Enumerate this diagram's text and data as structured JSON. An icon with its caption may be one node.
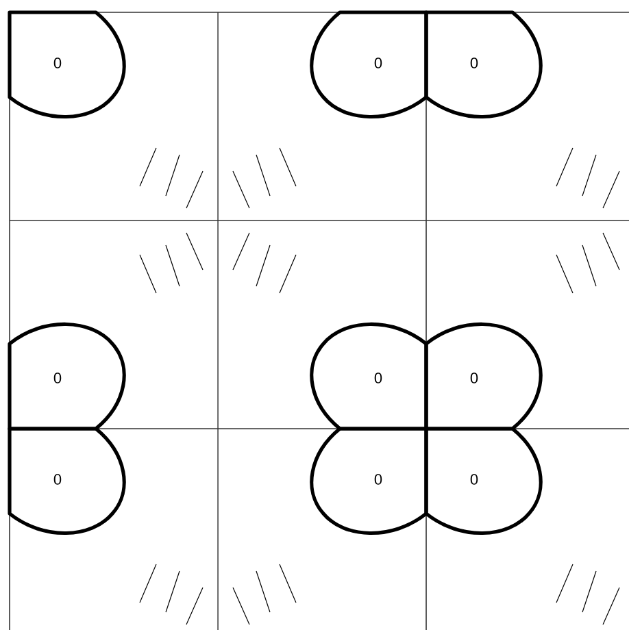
{
  "diagram": {
    "nodes": [
      {
        "text": [
          "0"
        ]
      },
      {
        "text": [
          "0"
        ]
      },
      {
        "text": [
          "0"
        ]
      },
      {
        "text": [
          "0"
        ]
      },
      {
        "text": [
          "0"
        ]
      },
      {
        "text": [
          "0"
        ]
      },
      {
        "text": [
          "0"
        ]
      },
      {
        "text": [
          "0"
        ]
      },
      {
        "text": [
          "0"
        ]
      }
    ]
  }
}
